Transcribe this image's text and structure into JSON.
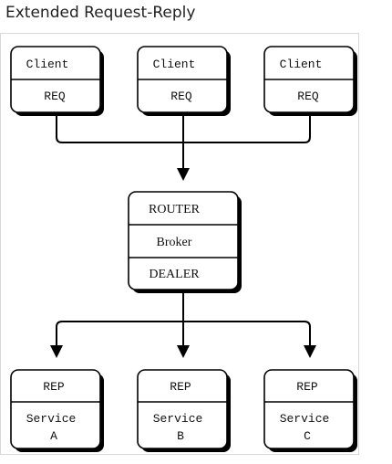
{
  "title": "Extended Request-Reply",
  "clients": [
    {
      "name": "Client",
      "socket": "REQ"
    },
    {
      "name": "Client",
      "socket": "REQ"
    },
    {
      "name": "Client",
      "socket": "REQ"
    }
  ],
  "broker": {
    "front": "ROUTER",
    "name": "Broker",
    "back": "DEALER"
  },
  "services": [
    {
      "socket": "REP",
      "name_line1": "Service",
      "name_line2": "A"
    },
    {
      "socket": "REP",
      "name_line1": "Service",
      "name_line2": "B"
    },
    {
      "socket": "REP",
      "name_line1": "Service",
      "name_line2": "C"
    }
  ]
}
